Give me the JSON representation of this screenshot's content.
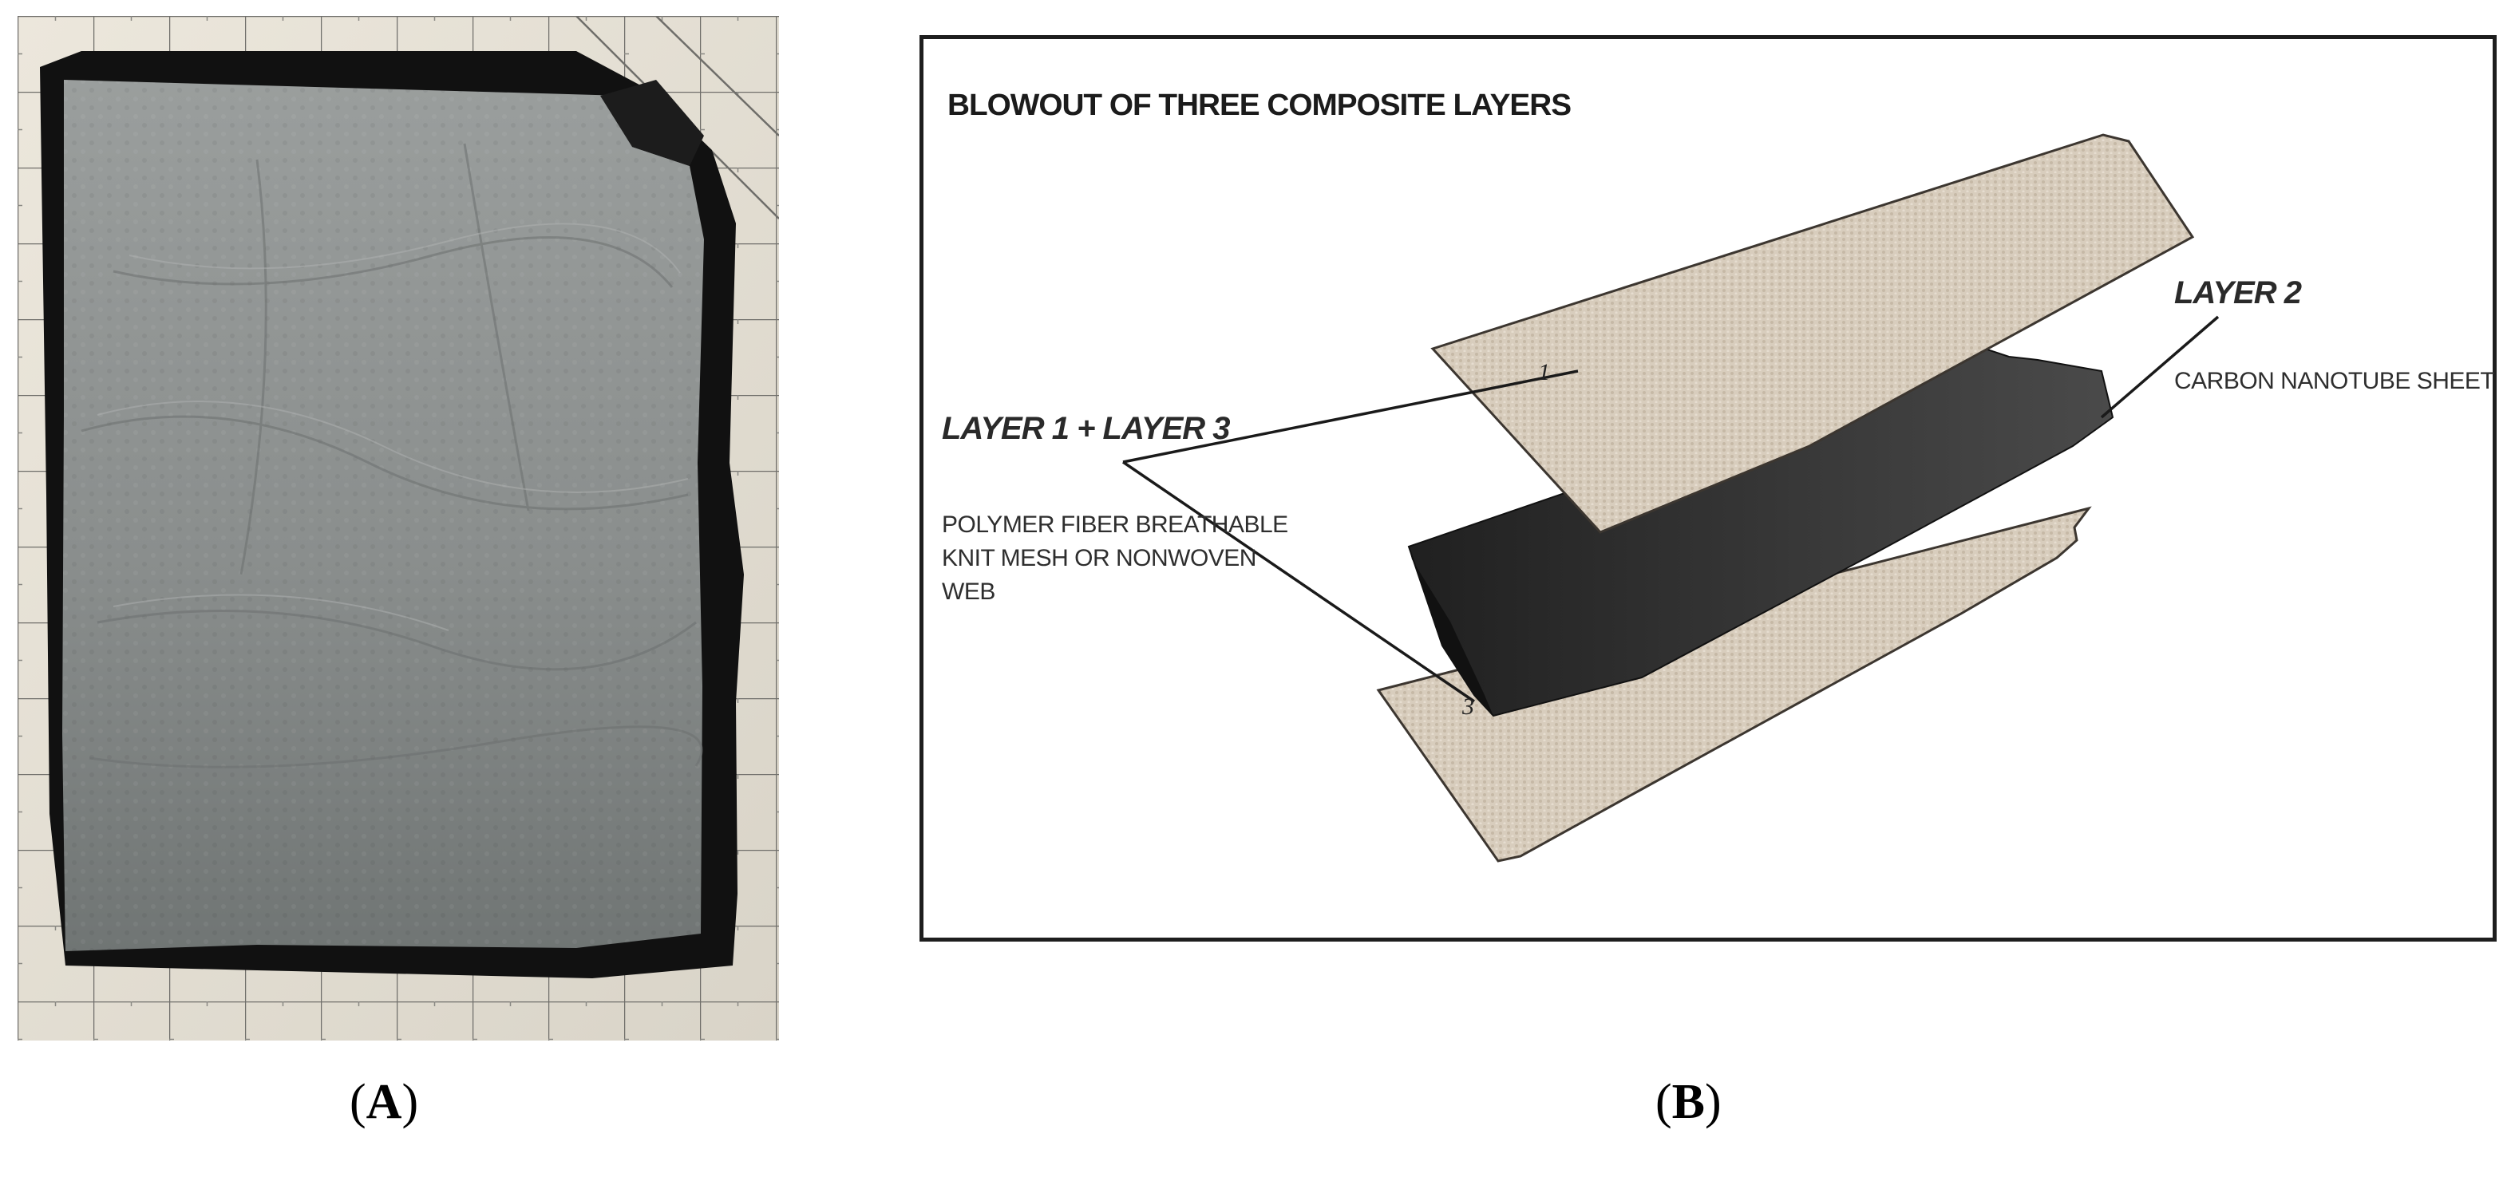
{
  "panels": {
    "a": {
      "caption_letter": "A",
      "caption_open": "(",
      "caption_close": ")"
    },
    "b": {
      "caption_letter": "B",
      "caption_open": "(",
      "caption_close": ")",
      "title": "BLOWOUT OF THREE COMPOSITE LAYERS",
      "layer_1_3": {
        "label": "LAYER 1 + LAYER 3",
        "description": [
          "POLYMER FIBER BREATHABLE",
          "KNIT MESH OR NONWOVEN",
          "WEB"
        ]
      },
      "layer_2": {
        "label": "LAYER 2",
        "description": "CARBON NANOTUBE SHEET"
      },
      "callouts": [
        "1",
        "3"
      ]
    }
  },
  "colors": {
    "fabric": "#d8cdbd",
    "cnt_sheet": "#2b2b2b",
    "cutting_mat": "#e8e3d7",
    "sample_gray": "#8c908f",
    "border": "#1e1e1e"
  }
}
